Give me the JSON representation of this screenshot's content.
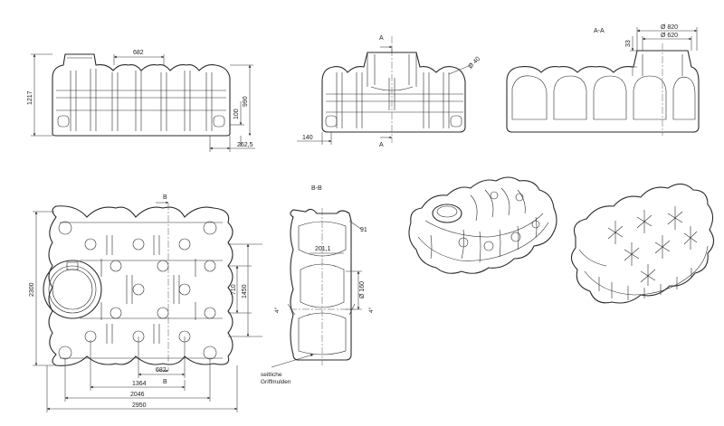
{
  "side_view": {
    "dim_width_top": "682",
    "dim_height_total": "1217",
    "dim_height_body": "990",
    "dim_bottom_offset": "100",
    "dim_right_offset": "262,5"
  },
  "front_view": {
    "section_mark_top": "A",
    "section_mark_bottom": "A",
    "dim_bottom_left": "140",
    "dim_diameter_dome": "Ø 40"
  },
  "section_aa": {
    "title": "A-A",
    "dim_diameter_outer": "Ø 820",
    "dim_diameter_inner": "Ø 620",
    "dim_neck_height": "33"
  },
  "top_view": {
    "section_mark_top": "B",
    "section_mark_bottom": "B",
    "dim_total_height": "2300",
    "dim_inner_a": "710",
    "dim_inner_b": "1450",
    "dim_pitch": "682",
    "dim_length_a": "1364",
    "dim_length_b": "2046",
    "dim_length_total": "2950"
  },
  "section_bb": {
    "title": "B-B",
    "dim_corner": "91",
    "dim_radius": "201,1",
    "dim_diameter": "Ø 160",
    "dim_angle_left": "4°",
    "dim_angle_right": "4°",
    "callout_text": "seitliche Griffmulden"
  }
}
